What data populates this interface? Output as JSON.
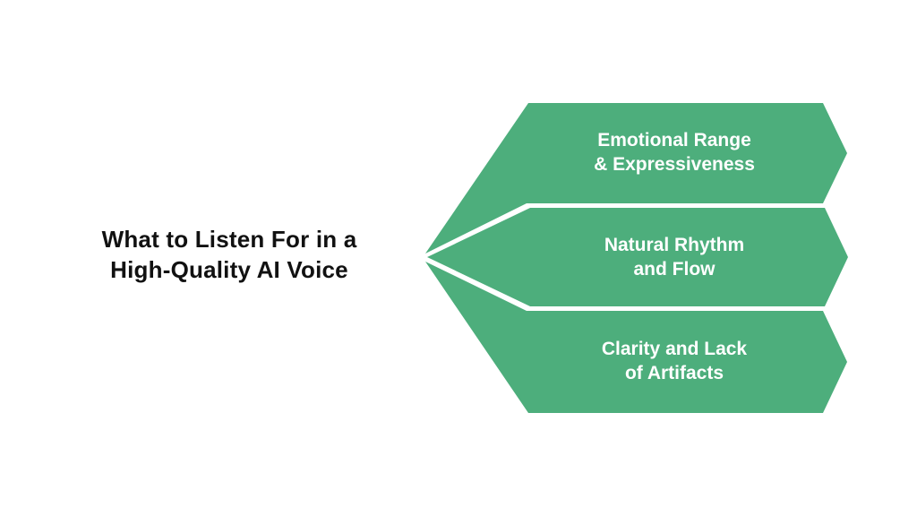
{
  "title": {
    "line1": "What to Listen For in a",
    "line2": "High-Quality AI Voice"
  },
  "bands": [
    {
      "line1": "Emotional Range",
      "line2": "& Expressiveness"
    },
    {
      "line1": "Natural Rhythm",
      "line2": "and Flow"
    },
    {
      "line1": "Clarity and Lack",
      "line2": "of Artifacts"
    }
  ],
  "colors": {
    "arrow_green": "#4DAE7C",
    "label_white": "#FFFFFF",
    "title_black": "#111111",
    "background": "#FFFFFF"
  }
}
